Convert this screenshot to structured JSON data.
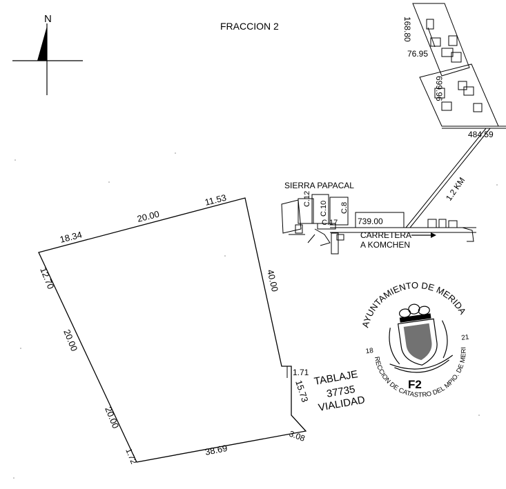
{
  "title": "FRACCION 2",
  "north_label": "N",
  "location": {
    "place": "SIERRA PAPACAL",
    "road_line1": "CARRETERA",
    "road_line2": "A KOMCHEN",
    "distance_road": "739.00",
    "distance_diag": "1.2 KM",
    "dim_top": "168.80",
    "dim_mid": "76.95",
    "dim_side": "699.96",
    "dim_bottom": "484.59",
    "lots": [
      "C.12",
      "C.10",
      "C.8",
      "C.17"
    ]
  },
  "parcel": {
    "edges": [
      "18.34",
      "20.00",
      "11.53",
      "40.00",
      "1.71",
      "15.73",
      "3.08",
      "38.69",
      "1.72",
      "20.00",
      "20.00",
      "12.70"
    ]
  },
  "tablaje": {
    "line1": "TABLAJE",
    "line2": "37735",
    "line3": "VIALIDAD"
  },
  "seal": {
    "top_text": "AYUNTAMIENTO DE MERIDA",
    "bottom_text": "DIRECCION DE CATASTRO DEL MPIO. DE MERIDA",
    "left_num": "18",
    "right_num": "21",
    "code": "F2"
  }
}
